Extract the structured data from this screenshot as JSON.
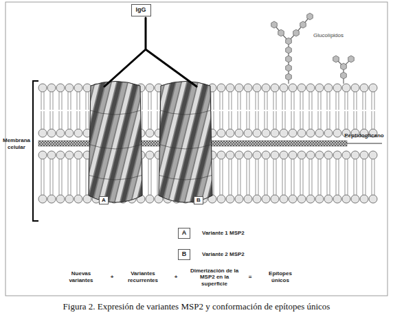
{
  "diagram": {
    "caption": "Figura 2. Expresión de variantes MSP2 y conformación de epítopes únicos",
    "nodes": [
      {
        "text": [
          "IgG"
        ]
      },
      {
        "text": [
          "A"
        ]
      },
      {
        "text": [
          "B"
        ]
      },
      {
        "text": [
          "A"
        ]
      },
      {
        "text": [
          "B"
        ]
      }
    ],
    "labels": [
      "Membrana celular",
      "Glucolípidos",
      "Peptidoglicano",
      "Variante 1 MSP2",
      "Variante 2 MSP2",
      "Nuevas variantes",
      "+",
      "Variantes recurrentes",
      "+",
      "Dimerización de la MSP2 en la superficie",
      "=",
      "Epítopes únicos"
    ]
  }
}
